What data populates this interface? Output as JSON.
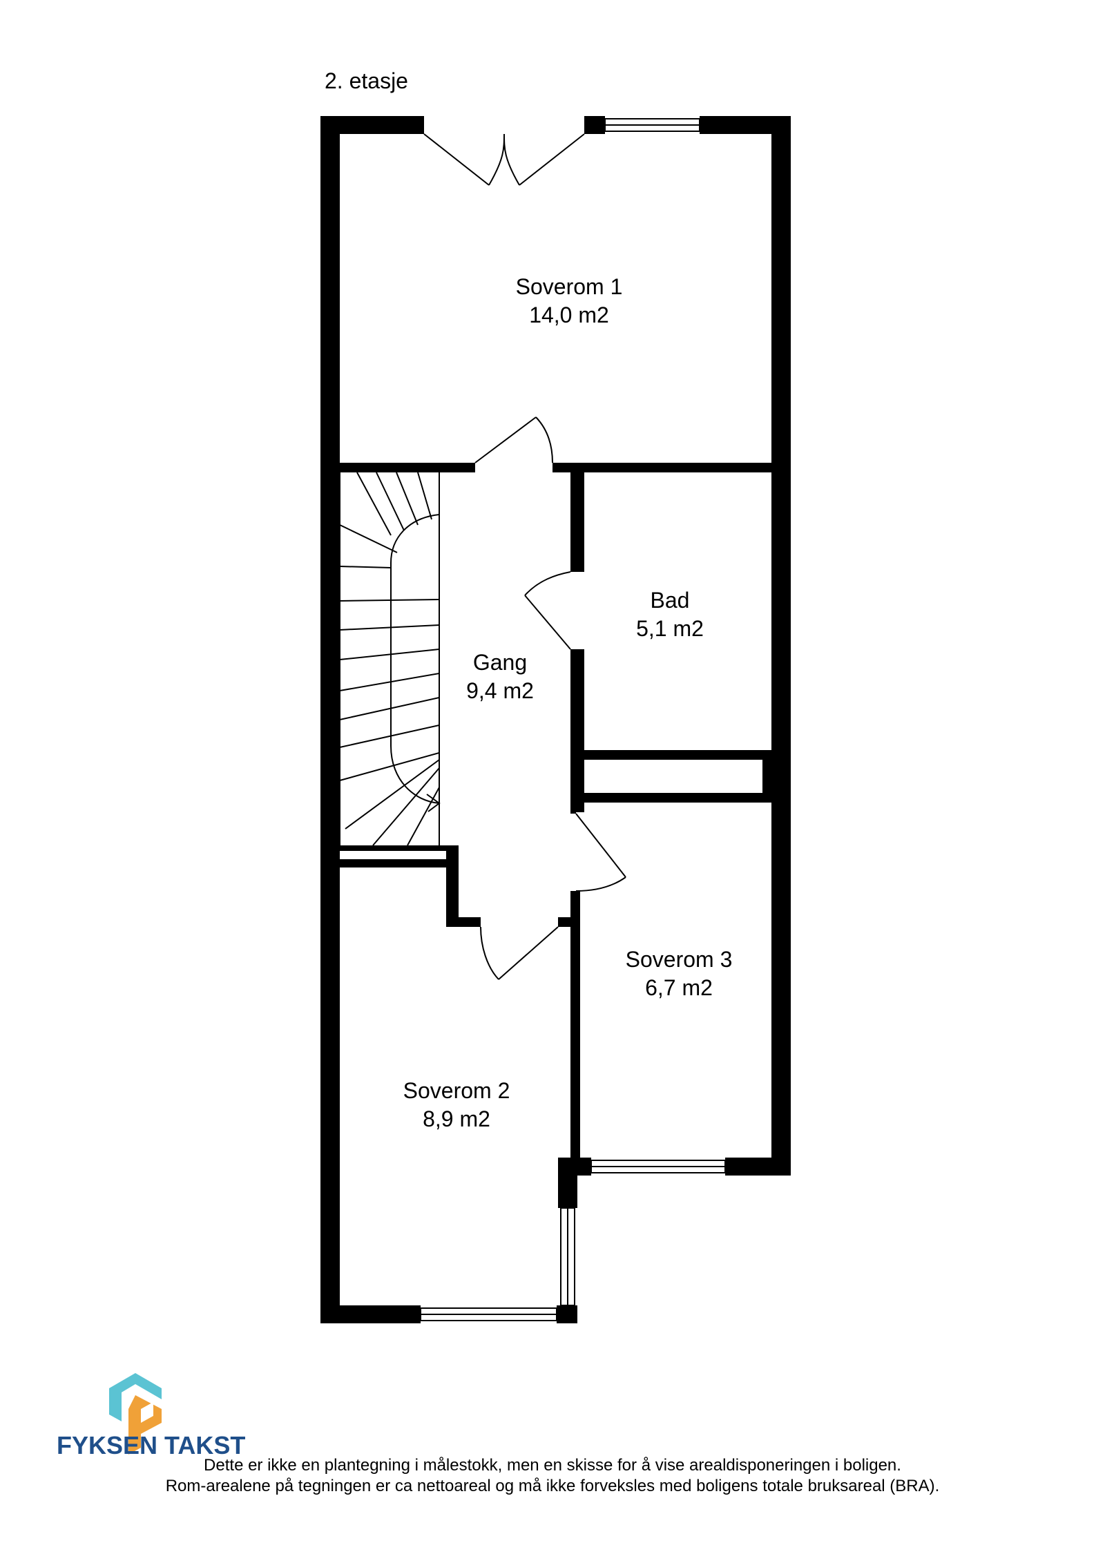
{
  "floor_label": "2. etasje",
  "rooms": [
    {
      "id": "soverom-1",
      "name": "Soverom 1",
      "area": "14,0 m2"
    },
    {
      "id": "bad",
      "name": "Bad",
      "area": "5,1 m2"
    },
    {
      "id": "gang",
      "name": "Gang",
      "area": "9,4 m2"
    },
    {
      "id": "soverom-3",
      "name": "Soverom 3",
      "area": "6,7 m2"
    },
    {
      "id": "soverom-2",
      "name": "Soverom 2",
      "area": "8,9 m2"
    }
  ],
  "brand": {
    "name": "FYKSEN TAKST",
    "colors": {
      "teal": "#5bc3d3",
      "orange": "#f0a138",
      "text": "#1f4f8a"
    }
  },
  "disclaimer": [
    "Dette er ikke en plantegning i målestokk, men en skisse for å vise arealdisponeringen i boligen.",
    "Rom-arealene på tegningen er ca nettoareal og må ikke forveksles med boligens totale bruksareal (BRA)."
  ],
  "colors": {
    "wall": "#000000",
    "line": "#000000",
    "background": "#ffffff"
  }
}
